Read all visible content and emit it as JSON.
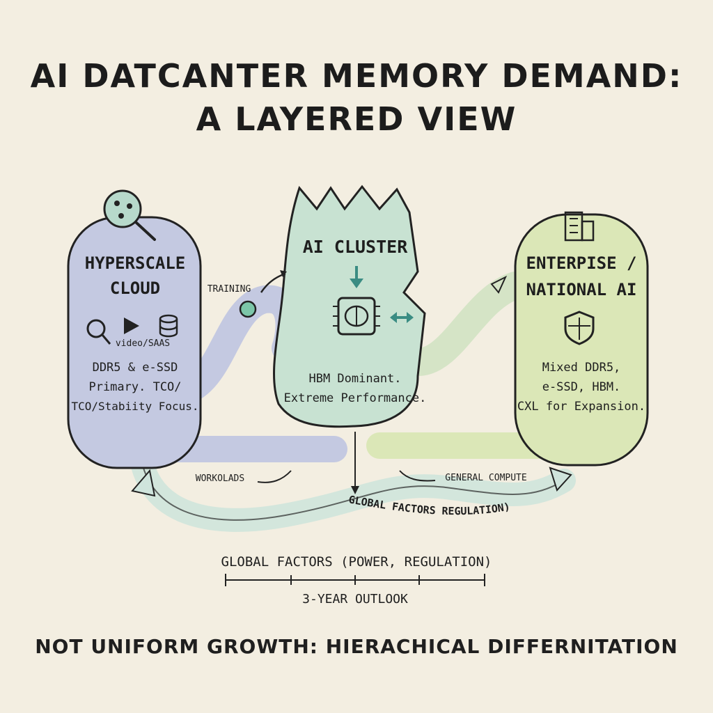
{
  "title": {
    "line1": "AI DATCANTER MEMORY DEMAND:",
    "line2": "A LAYERED VIEW"
  },
  "hyperscale": {
    "title_line1": "HYPERSCALE",
    "title_line2": "CLOUD",
    "icons": [
      "network-search-icon",
      "search-icon",
      "play-icon",
      "database-icon"
    ],
    "icon_caption": "video/SAAS",
    "desc_line1": "DDR5 & e-SSD",
    "desc_line2": "Primary. TCO/",
    "desc_line3": "TCO/Stabiity Focus."
  },
  "cluster": {
    "title": "AI CLUSTER",
    "icons": [
      "down-arrow-icon",
      "brain-chip-icon",
      "double-arrow-icon"
    ],
    "desc_line1": "HBM Dominant.",
    "desc_line2": "Extreme Performance."
  },
  "enterprise": {
    "title_line1": "ENTERPISE /",
    "title_line2": "NATIONAL AI",
    "icons": [
      "building-icon",
      "shield-icon"
    ],
    "desc_line1": "Mixed DDR5,",
    "desc_line2": "e-SSD, HBM.",
    "desc_line3": "CXL for Expansion."
  },
  "flows": {
    "training": "TRAINING",
    "workloads": "WORKOLADS",
    "general_compute": "GENERAL COMPUTE",
    "curved_label": "GLOBAL FACTORS REGULATION)"
  },
  "timeline": {
    "label": "GLOBAL FACTORS (POWER, REGULATION)",
    "outlook": "3-YEAR OUTLOOK"
  },
  "footer": "NOT UNIFORM GROWTH: HIERACHICAL DIFFERNITATION",
  "colors": {
    "background": "#f3eee1",
    "hyperscale": "#c4c9e1",
    "cluster": "#c8e2d2",
    "enterprise": "#dbe7b7",
    "flow": "#cfe4dc",
    "ink": "#1f1f1f"
  }
}
